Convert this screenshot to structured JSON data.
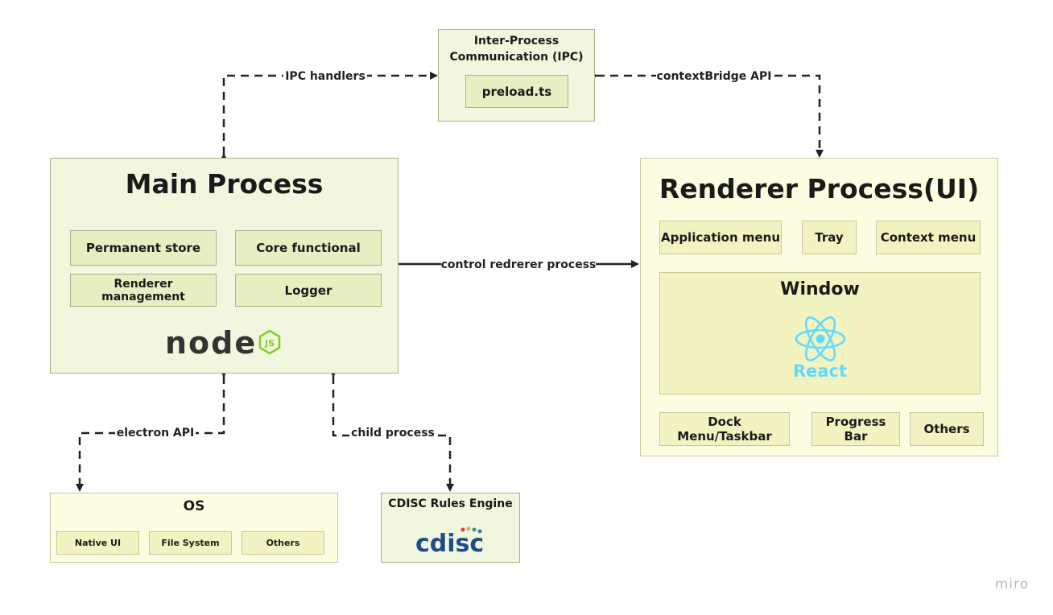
{
  "ipc": {
    "title_line1": "Inter-Process",
    "title_line2": "Communication (IPC)",
    "preload": "preload.ts"
  },
  "main_process": {
    "title": "Main Process",
    "items": [
      "Permanent store",
      "Core functional",
      "Renderer management",
      "Logger"
    ],
    "logo_text": "node"
  },
  "renderer_process": {
    "title": "Renderer Process(UI)",
    "top_items": [
      "Application menu",
      "Tray",
      "Context menu"
    ],
    "window_title": "Window",
    "react_label": "React",
    "bottom_items": [
      "Dock Menu/Taskbar",
      "Progress Bar",
      "Others"
    ]
  },
  "os": {
    "title": "OS",
    "items": [
      "Native UI",
      "File System",
      "Others"
    ]
  },
  "cdisc": {
    "title": "CDISC Rules Engine",
    "logo_text": "cdisc"
  },
  "edges": {
    "ipc_handlers": "IPC handlers",
    "context_bridge": "contextBridge API",
    "control_renderer": "control redrerer process",
    "electron_api": "electron API",
    "child_process": "child process"
  },
  "watermark": "miro",
  "colors": {
    "green_fill": "#f1f7de",
    "green_inner": "#e6efc2",
    "yellow_fill": "#fdfde1",
    "yellow_inner": "#f3f3c2",
    "react_blue": "#61dafb",
    "node_green": "#83cd29",
    "cdisc_blue": "#1d4e89"
  }
}
